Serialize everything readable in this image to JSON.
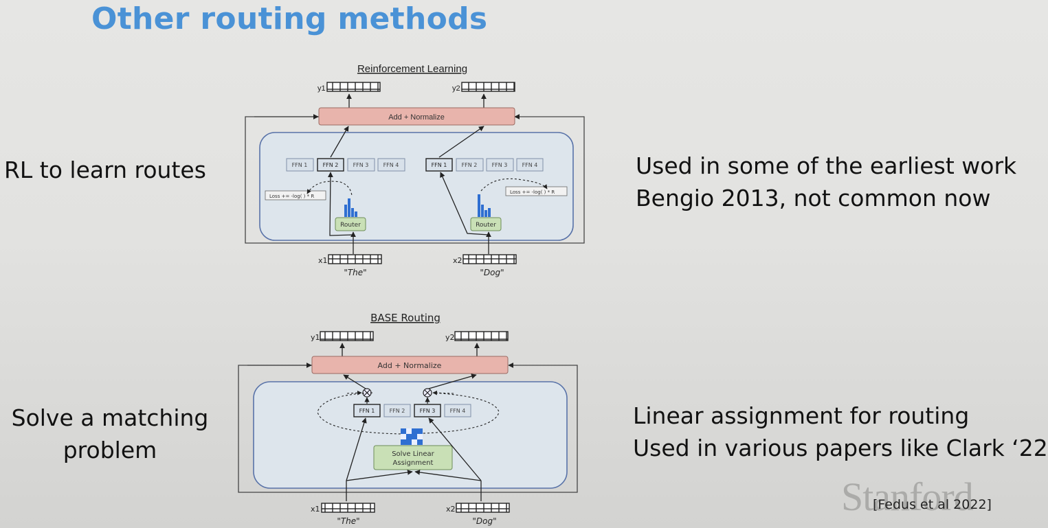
{
  "slide": {
    "title": "Other routing methods",
    "left_notes": {
      "rl": [
        "RL to learn routes"
      ],
      "matching": [
        "Solve a matching",
        "problem"
      ]
    },
    "right_notes": {
      "rl": [
        "Used in some of the earliest work",
        "Bengio 2013, not common now"
      ],
      "matching": [
        "Linear assignment for routing",
        "Used in various papers like Clark ‘22"
      ]
    },
    "watermark": "Stanford",
    "citation": "[Fedus et al 2022]"
  },
  "diagrams": {
    "rl": {
      "title": "Reinforcement Learning",
      "add_norm": "Add + Normalize",
      "experts": [
        "FFN 1",
        "FFN 2",
        "FFN 3",
        "FFN 4"
      ],
      "router": "Router",
      "loss": "Loss += -log(  ) * R",
      "outputs": [
        "y1",
        "y2"
      ],
      "inputs": [
        "x1",
        "x2"
      ],
      "tokens": [
        "\"The\"",
        "\"Dog\""
      ]
    },
    "base": {
      "title": "BASE Routing",
      "add_norm": "Add + Normalize",
      "experts": [
        "FFN 1",
        "FFN 2",
        "FFN 3",
        "FFN 4"
      ],
      "solver": [
        "Solve Linear",
        "Assignment"
      ],
      "outputs": [
        "y1",
        "y2"
      ],
      "inputs": [
        "x1",
        "x2"
      ],
      "tokens": [
        "\"The\"",
        "\"Dog\""
      ]
    }
  },
  "colors": {
    "title": "#4a92d6",
    "add_norm": "#e8b4ac",
    "router": "#c9e0b6",
    "bars": "#2f6fd1",
    "panel": "#dde5ec",
    "expert": "#d8e1ea"
  }
}
